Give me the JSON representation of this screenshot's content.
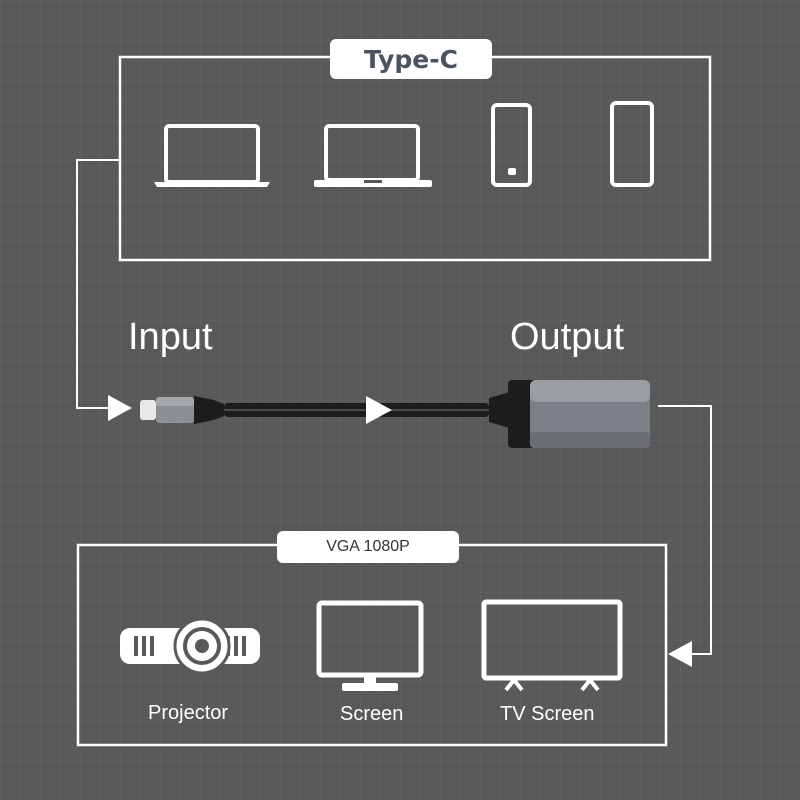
{
  "source_box": {
    "label": "Type-C"
  },
  "input_label": "Input",
  "output_label": "Output",
  "target_box": {
    "label": "VGA 1080P",
    "devices": [
      {
        "label": "Projector",
        "icon": "projector-icon"
      },
      {
        "label": "Screen",
        "icon": "monitor-icon"
      },
      {
        "label": "TV Screen",
        "icon": "tv-icon"
      }
    ]
  },
  "source_devices": [
    "laptop-icon",
    "macbook-icon",
    "phone-icon",
    "phone-icon"
  ],
  "colors": {
    "background": "#595959",
    "line": "#ffffff",
    "label_text": "#4a5360"
  }
}
